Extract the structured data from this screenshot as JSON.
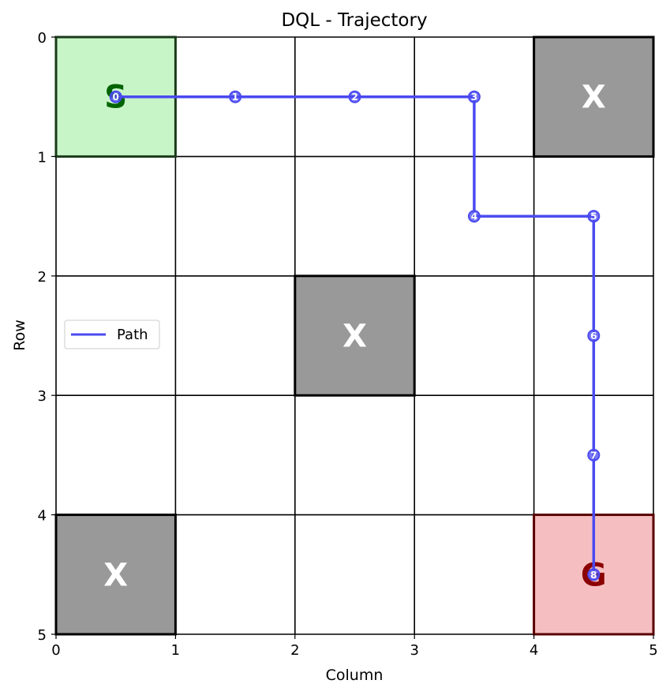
{
  "chart_data": {
    "type": "line",
    "title": "DQL - Trajectory",
    "xlabel": "Column",
    "ylabel": "Row",
    "xlim": [
      0,
      5
    ],
    "ylim": [
      5,
      0
    ],
    "xticks": [
      "0",
      "1",
      "2",
      "3",
      "4",
      "5"
    ],
    "yticks": [
      "0",
      "1",
      "2",
      "3",
      "4",
      "5"
    ],
    "grid": true,
    "legend": {
      "position": "center-left",
      "entries": [
        "Path"
      ]
    },
    "cells": [
      {
        "kind": "start",
        "row": 0,
        "col": 0,
        "label": "S",
        "fill": "#c8f5c8",
        "text_color": "#006400"
      },
      {
        "kind": "obstacle",
        "row": 0,
        "col": 4,
        "label": "X",
        "fill": "#999999",
        "text_color": "#ffffff"
      },
      {
        "kind": "obstacle",
        "row": 2,
        "col": 2,
        "label": "X",
        "fill": "#999999",
        "text_color": "#ffffff"
      },
      {
        "kind": "obstacle",
        "row": 4,
        "col": 0,
        "label": "X",
        "fill": "#999999",
        "text_color": "#ffffff"
      },
      {
        "kind": "goal",
        "row": 4,
        "col": 4,
        "label": "G",
        "fill": "#f5bfc2",
        "text_color": "#8b0000"
      }
    ],
    "series": [
      {
        "name": "Path",
        "color": "#4a4af0",
        "points": [
          {
            "step": "0",
            "x": 0.5,
            "y": 0.5
          },
          {
            "step": "1",
            "x": 1.5,
            "y": 0.5
          },
          {
            "step": "2",
            "x": 2.5,
            "y": 0.5
          },
          {
            "step": "3",
            "x": 3.5,
            "y": 0.5
          },
          {
            "step": "4",
            "x": 3.5,
            "y": 1.5
          },
          {
            "step": "5",
            "x": 4.5,
            "y": 1.5
          },
          {
            "step": "6",
            "x": 4.5,
            "y": 2.5
          },
          {
            "step": "7",
            "x": 4.5,
            "y": 3.5
          },
          {
            "step": "8",
            "x": 4.5,
            "y": 4.5
          }
        ]
      }
    ]
  }
}
